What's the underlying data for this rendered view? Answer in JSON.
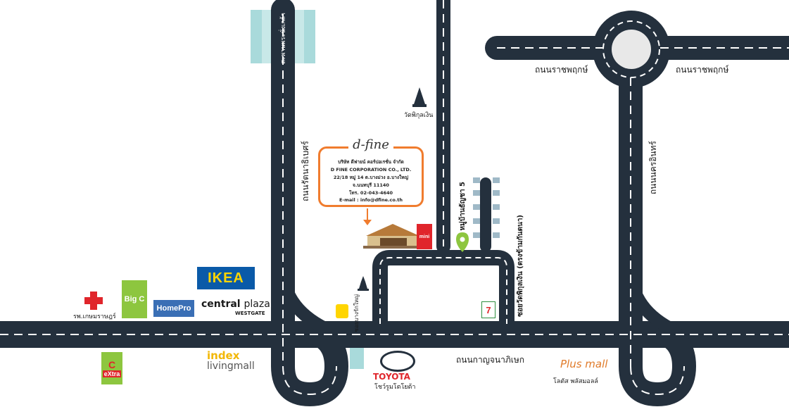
{
  "roads": {
    "main_road": "ถนนกาญจนาภิเษก",
    "ratchaphruek_left": "ถนนราชพฤกษ์",
    "ratchaphruek_right": "ถนนราชพฤกษ์",
    "rattanathibet": "ถนนรัตนาธิเบศร์",
    "nakhon_in": "ถนนนครอินทร์",
    "bridge": "สะพานพระนั่งเกล้า",
    "soi_watphikulngoen": "ซอยวัดพิกุลเงิน (ตรงข้ามกันตนา)",
    "soi_bangrakyai": "ซอยบางรักใหญ่",
    "village": "หมู่บ้านธัญชา 5",
    "temple": "วัดพิกุลเงิน"
  },
  "company": {
    "logo": "d-fine",
    "name_th": "บริษัท ดีฟายน์ คอร์ปอเรชั่น จำกัด",
    "name_en": "D FINE CORPORATION CO., LTD.",
    "address1": "22/18 หมู่ 14 ต.บางม่วง อ.บางใหญ่",
    "address2": "จ.นนทบุรี 11140",
    "phone": "โทร. 02-043-4640",
    "email": "E-mail : info@dfine.co.th"
  },
  "landmarks": {
    "hospital": "รพ.เกษมราษฎร์",
    "bigc": "Big C",
    "homepro": "HomePro",
    "ikea": "IKEA",
    "central_top": "central",
    "central_bold": "plaza",
    "central_sub": "WESTGATE",
    "bigc_extra_sub": "eXtra",
    "index_brand": "index",
    "index_sub": "livingmall",
    "toyota": "TOYOTA",
    "toyota_th": "โชว์รูมโตโยต้า",
    "plusmall": "Plus mall",
    "plusmall_th": "โลตัส พลัสมอลล์",
    "mini_bigc": "mini",
    "seven": "7"
  },
  "colors": {
    "road": "#24303d",
    "dash": "#ffffff",
    "accent_orange": "#f07c2e",
    "ikea_blue": "#0a5aa8",
    "ikea_yellow": "#ffd500",
    "bigc_red": "#e0252b",
    "bigc_green": "#8dc63f",
    "river": "#a9dadb"
  }
}
